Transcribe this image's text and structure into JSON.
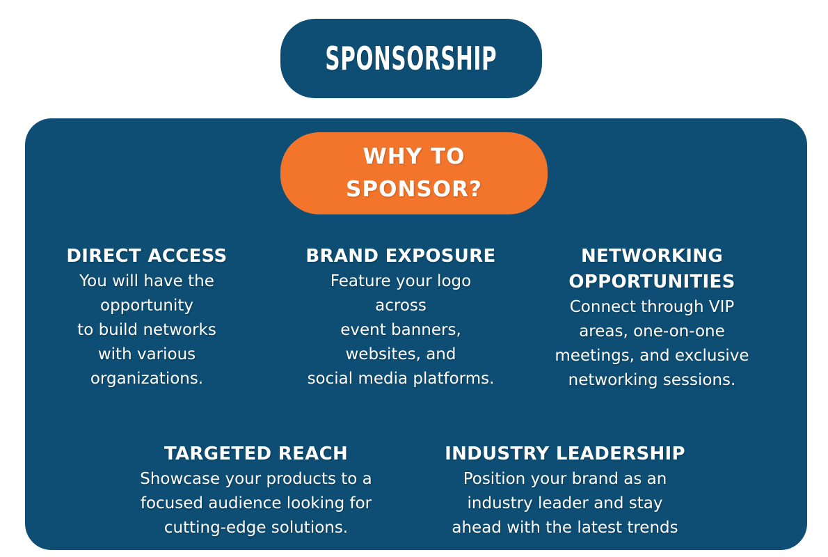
{
  "slide": {
    "title": "SPONSORSHIP",
    "colors": {
      "primary_blue": "#0E4E74",
      "accent_orange": "#F2752B",
      "text_white": "#FFFFFF",
      "background": "#FFFFFF"
    }
  },
  "panel": {
    "subtitle": "WHY TO SPONSOR?",
    "subtitle_lines": [
      "WHY TO",
      "SPONSOR?"
    ],
    "sections": [
      {
        "heading": "DIRECT ACCESS",
        "body_lines": [
          "You will have the",
          "opportunity",
          "to build networks",
          "with various",
          "organizations."
        ]
      },
      {
        "heading": "BRAND EXPOSURE",
        "body_lines": [
          "Feature your logo",
          "across",
          "event banners,",
          "websites, and",
          "social media platforms."
        ]
      },
      {
        "heading": "NETWORKING OPPORTUNITIES",
        "body_lines": [
          "Connect through VIP",
          "areas, one-on-one",
          "meetings, and exclusive",
          "networking sessions."
        ]
      },
      {
        "heading": "TARGETED REACH",
        "body_lines": [
          "Showcase your products to a",
          "focused audience looking for",
          "cutting-edge solutions."
        ]
      },
      {
        "heading": "INDUSTRY LEADERSHIP",
        "body_lines": [
          "Position your brand as an",
          "industry leader and stay",
          "ahead with the latest trends"
        ]
      }
    ]
  }
}
